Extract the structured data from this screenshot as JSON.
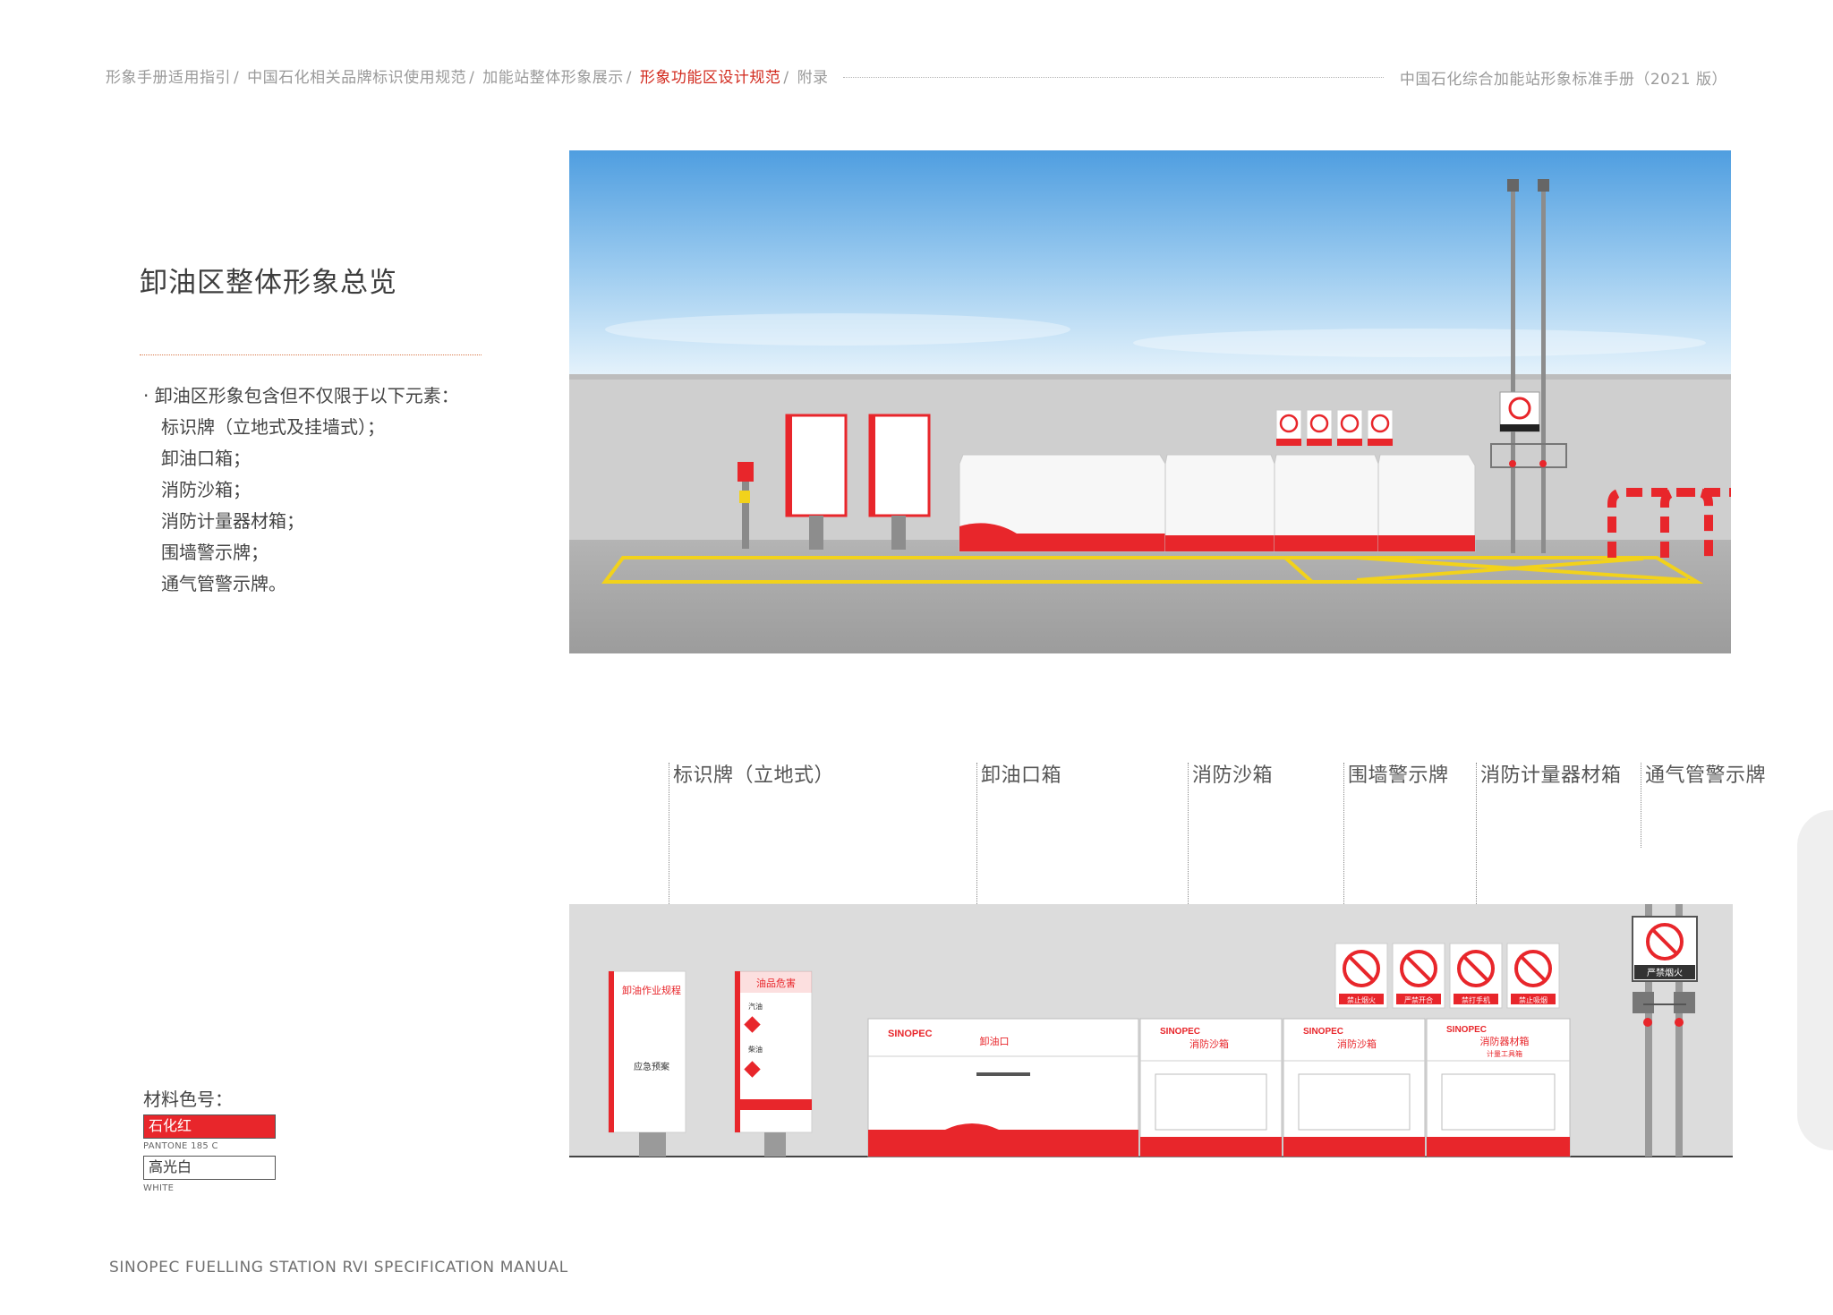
{
  "header": {
    "breadcrumb": [
      {
        "label": "形象手册适用指引",
        "active": false
      },
      {
        "label": "中国石化相关品牌标识使用规范",
        "active": false
      },
      {
        "label": "加能站整体形象展示",
        "active": false
      },
      {
        "label": "形象功能区设计规范",
        "active": true
      },
      {
        "label": "附录",
        "active": false
      }
    ],
    "manual_title": "中国石化综合加能站形象标准手册（2021 版）"
  },
  "section": {
    "title": "卸油区整体形象总览",
    "intro": "· 卸油区形象包含但不仅限于以下元素：",
    "elements": [
      "标识牌（立地式及挂墙式）；",
      "卸油口箱；",
      "消防沙箱；",
      "消防计量器材箱；",
      "围墙警示牌；",
      "通气管警示牌。"
    ]
  },
  "materials": {
    "label": "材料色号：",
    "swatches": [
      {
        "name": "石化红",
        "code": "PANTONE 185 C",
        "color": "#e8262b"
      },
      {
        "name": "高光白",
        "code": "WHITE",
        "color": "#ffffff"
      }
    ]
  },
  "callouts": [
    "标识牌（立地式）",
    "卸油口箱",
    "消防沙箱",
    "围墙警示牌",
    "消防计量器材箱",
    "通气管警示牌"
  ],
  "cabinets": {
    "brand": "SINOPEC",
    "labels": [
      "卸油口",
      "消防沙箱",
      "消防沙箱",
      "消防器材箱"
    ],
    "sub_label": "计量工具箱"
  },
  "signs": {
    "board_1_title": "卸油作业规程",
    "board_1_section": "应急预案",
    "board_2_title": "油品危害",
    "board_2_items": [
      "汽油",
      "柴油"
    ],
    "wall_warnings": [
      "禁止烟火",
      "严禁开合",
      "禁打手机",
      "禁止吸烟"
    ],
    "vent_warning": "严禁烟火"
  },
  "colors": {
    "accent_red": "#e8262b",
    "breadcrumb_active": "#d22a1e",
    "wall_grey": "#dcdcdc",
    "safety_yellow": "#f2d21b"
  },
  "footer": "SINOPEC FUELLING STATION RVI SPECIFICATION MANUAL"
}
